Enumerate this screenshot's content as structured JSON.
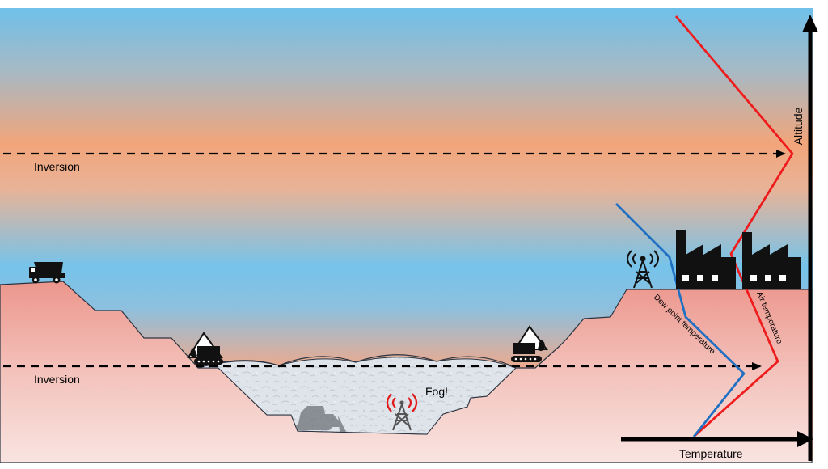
{
  "labels": {
    "inversion_upper": "Inversion",
    "inversion_lower": "Inversion",
    "fog": "Fog!",
    "altitude": "Altitude",
    "temperature": "Temperature",
    "dew_point_temperature": "Dew point temperature",
    "air_temperature": "Air temperature"
  },
  "colors": {
    "sky_blue": "#79c2e8",
    "sky_orange": "#f0a880",
    "ground_top": "#ec9a90",
    "ground_bottom": "#f9e2df",
    "air_temperature_line": "#ee1c1c",
    "dew_point_line": "#1f6fc2",
    "fog_fill": "#dde3ea",
    "outline": "#2b3440",
    "icons": "#111111"
  },
  "icons": {
    "truck": "dump-truck-icon",
    "excavator_left": "excavator-icon",
    "excavator_right": "excavator-icon",
    "tower_right": "radio-tower-icon",
    "tower_fog": "radio-tower-signal-icon",
    "bulldozer": "bulldozer-icon",
    "factory": "factory-icon"
  }
}
